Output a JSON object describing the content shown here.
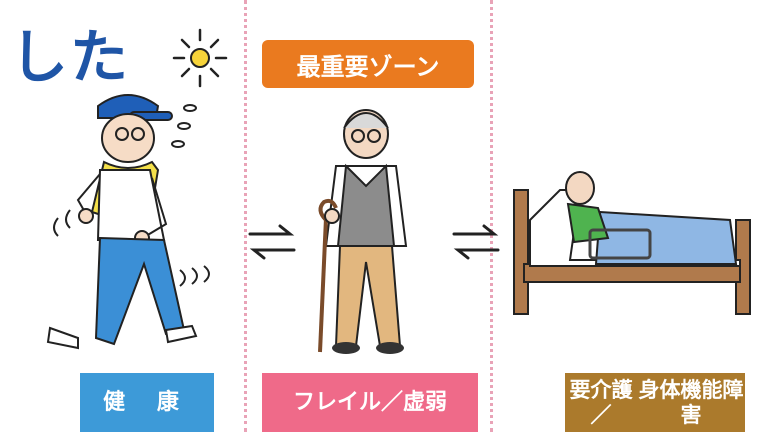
{
  "title": "した",
  "zone_label": "最重要ゾーン",
  "stages": {
    "healthy": {
      "label": "健 康"
    },
    "frail": {
      "label": "フレイル／虚弱"
    },
    "care": {
      "label_line1": "要介護／",
      "label_line2": "身体機能障害"
    }
  },
  "colors": {
    "title": "#1f55a6",
    "zone": "#ea7a1f",
    "healthy": "#3d9ad8",
    "frail": "#ef6a89",
    "care": "#ab7a2c",
    "divider": "#e9a3b7"
  },
  "icons": [
    "sun-icon",
    "walking-man-icon",
    "elderly-cane-icon",
    "bedridden-icon",
    "bidirectional-arrow-icon"
  ]
}
